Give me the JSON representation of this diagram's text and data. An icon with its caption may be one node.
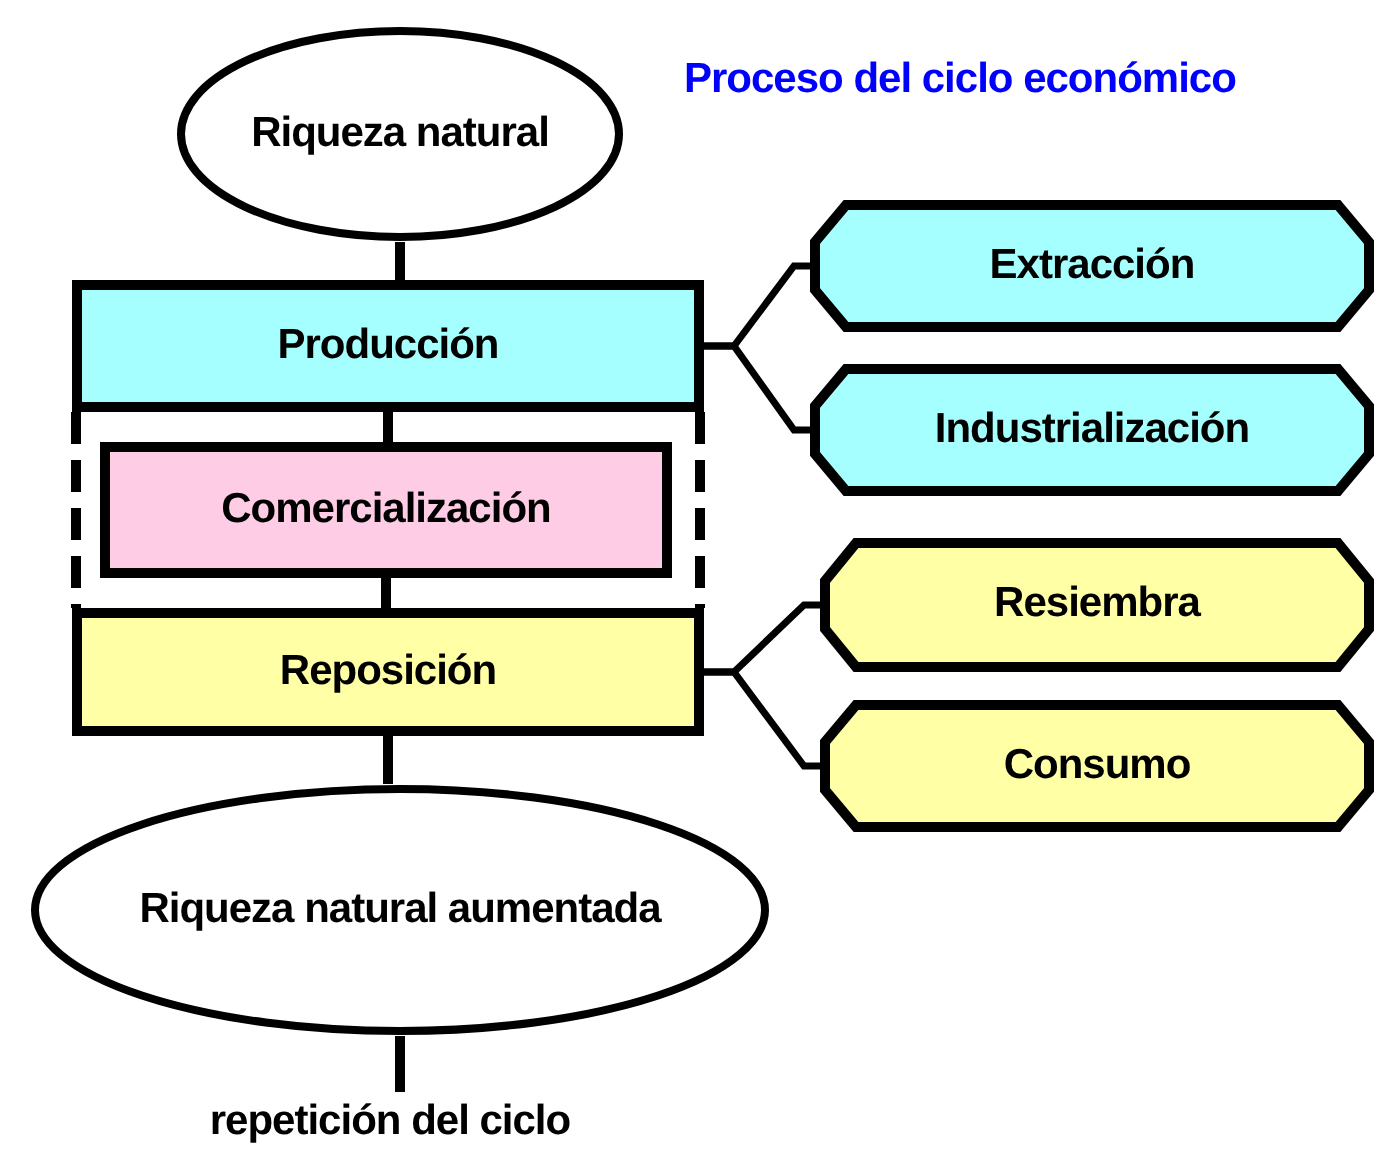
{
  "diagram": {
    "title": "Proceso del ciclo económico",
    "nodes": [
      {
        "text": [
          "Riqueza natural"
        ]
      },
      {
        "text": [
          "Producción"
        ]
      },
      {
        "text": [
          "Comercialización"
        ]
      },
      {
        "text": [
          "Reposición"
        ]
      },
      {
        "text": [
          "Riqueza natural aumentada"
        ]
      },
      {
        "text": [
          "repetición del ciclo"
        ]
      },
      {
        "text": [
          "Extracción"
        ]
      },
      {
        "text": [
          "Industrialización"
        ]
      },
      {
        "text": [
          "Resiembra"
        ]
      },
      {
        "text": [
          "Consumo"
        ]
      }
    ],
    "edges": [
      {
        "from": 0,
        "to": 1,
        "arrow": "none"
      },
      {
        "from": 1,
        "to": 2,
        "arrow": "none"
      },
      {
        "from": 2,
        "to": 3,
        "arrow": "none"
      },
      {
        "from": 3,
        "to": 4,
        "arrow": "none"
      },
      {
        "from": 4,
        "to": 5,
        "arrow": "none"
      },
      {
        "from": 1,
        "to": 6,
        "arrow": "none"
      },
      {
        "from": 1,
        "to": 7,
        "arrow": "none"
      },
      {
        "from": 3,
        "to": 8,
        "arrow": "none"
      },
      {
        "from": 3,
        "to": 9,
        "arrow": "none"
      }
    ]
  }
}
